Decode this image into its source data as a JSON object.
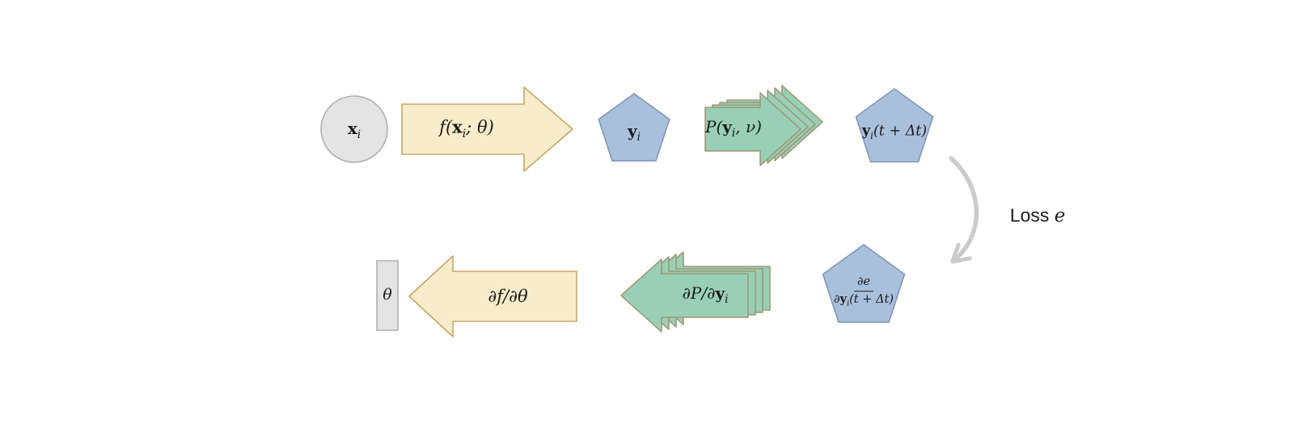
{
  "palette": {
    "canvas_bg": "#ffffff",
    "node_gray_fill": "#e4e4e4",
    "node_gray_stroke": "#b0b0b0",
    "arrow_yellow_fill": "#f9ecca",
    "arrow_yellow_stroke": "#c7a768",
    "pentagon_blue_fill": "#a9c0dd",
    "pentagon_blue_stroke": "#8396b7",
    "arrow_green_fill": "#99cfb7",
    "arrow_green_stroke": "#a09a76",
    "loss_arrow_gray": "#cbcbcb",
    "text_color": "#1a1a1a"
  },
  "top_row": {
    "input_node_label": "<b>x</b><sub>i</sub>",
    "network_forward_label": "f(<b>x</b><sub>i</sub>; θ)",
    "prediction_node_label": "<b>y</b><sub>i</sub>",
    "physics_forward_label": "P(<b>y</b><sub>i</sub>, ν)",
    "evolved_node_label": "<b>y</b><sub>i</sub>(t + Δt)"
  },
  "loss": {
    "label": "Loss <i>e</i>"
  },
  "bottom_row": {
    "gradient_numerator": "∂e",
    "gradient_denominator": "∂<b>y</b><sub>i</sub>(t + Δt)",
    "physics_backward_label": "∂P/∂<b>y</b><sub>i</sub>",
    "network_backward_label": "∂f/∂θ",
    "theta_node_label": "θ"
  }
}
